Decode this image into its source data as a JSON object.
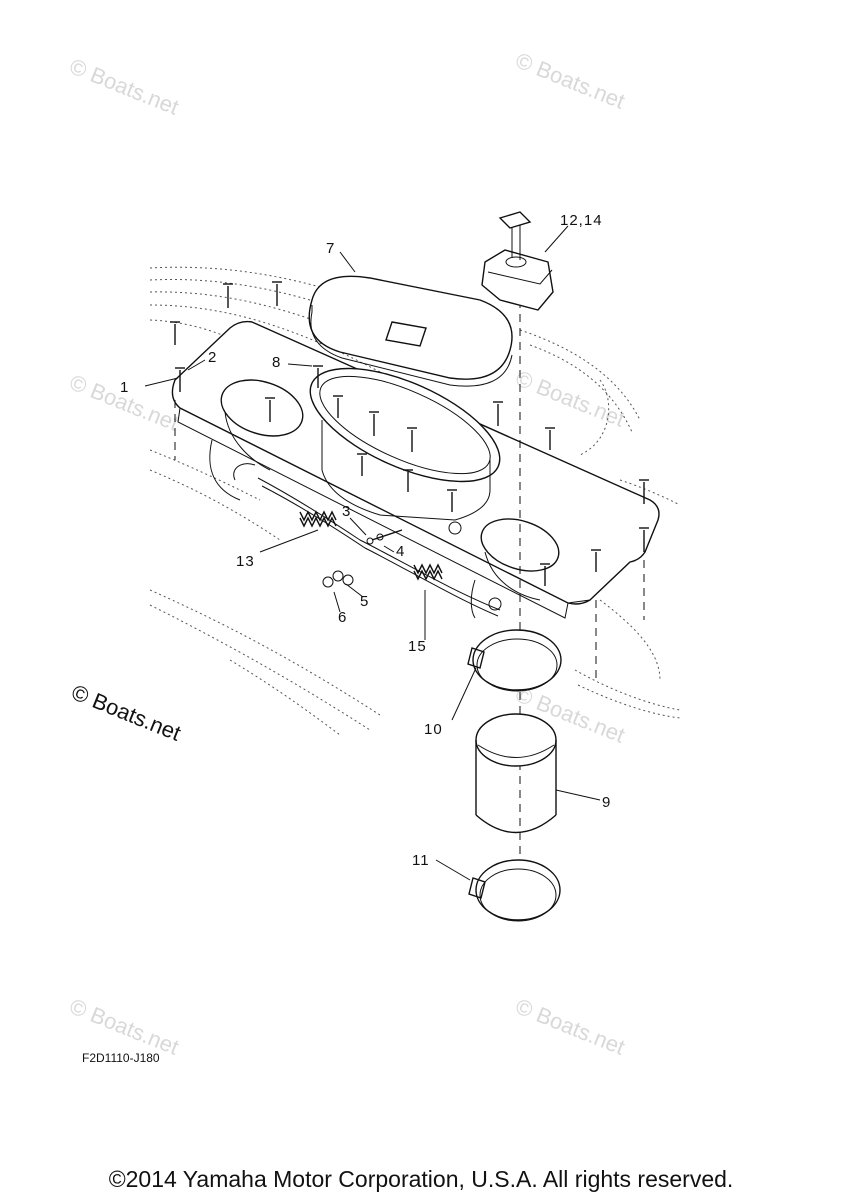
{
  "diagram": {
    "callouts": [
      {
        "id": "1",
        "label": "1"
      },
      {
        "id": "2",
        "label": "2"
      },
      {
        "id": "3",
        "label": "3"
      },
      {
        "id": "4",
        "label": "4"
      },
      {
        "id": "5",
        "label": "5"
      },
      {
        "id": "6",
        "label": "6"
      },
      {
        "id": "7",
        "label": "7"
      },
      {
        "id": "8",
        "label": "8"
      },
      {
        "id": "9",
        "label": "9"
      },
      {
        "id": "10",
        "label": "10"
      },
      {
        "id": "11",
        "label": "11"
      },
      {
        "id": "12_14",
        "label": "12,14"
      },
      {
        "id": "13",
        "label": "13"
      },
      {
        "id": "15",
        "label": "15"
      }
    ],
    "drawing_code": "F2D1110-J180"
  },
  "watermarks": {
    "text": "© Boats.net"
  },
  "footer": {
    "copyright": "©2014 Yamaha Motor Corporation, U.S.A. All rights reserved."
  }
}
